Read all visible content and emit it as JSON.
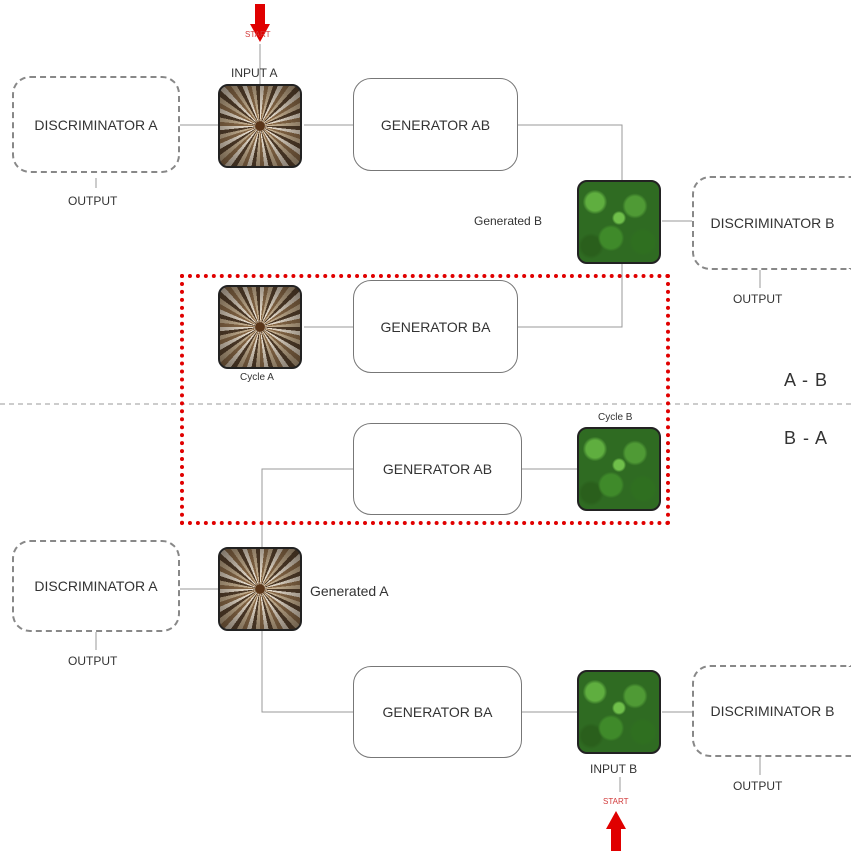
{
  "top": {
    "input_a": {
      "label": "INPUT A",
      "start": "START"
    },
    "discriminator_a": {
      "label": "DISCRIMINATOR A",
      "output": "OUTPUT"
    },
    "generator_ab": {
      "label": "GENERATOR AB"
    },
    "generated_b": {
      "label": "Generated B"
    },
    "discriminator_b": {
      "label": "DISCRIMINATOR B",
      "output": "OUTPUT"
    },
    "generator_ba": {
      "label": "GENERATOR BA"
    },
    "cycle_a": {
      "label": "Cycle A"
    }
  },
  "section_labels": {
    "a_b": "A - B",
    "b_a": "B - A"
  },
  "bottom": {
    "cycle_b": {
      "label": "Cycle B"
    },
    "generator_ab": {
      "label": "GENERATOR AB"
    },
    "discriminator_a": {
      "label": "DISCRIMINATOR A",
      "output": "OUTPUT"
    },
    "generated_a": {
      "label": "Generated A"
    },
    "generator_ba": {
      "label": "GENERATOR BA"
    },
    "input_b": {
      "label": "INPUT B",
      "start": "START"
    },
    "discriminator_b": {
      "label": "DISCRIMINATOR B",
      "output": "OUTPUT"
    }
  },
  "colors": {
    "highlight": "#e00000",
    "arrow": "#e00000",
    "line": "#999999"
  },
  "icons": {
    "image_a": "city-photo",
    "image_b": "tree-photo"
  }
}
